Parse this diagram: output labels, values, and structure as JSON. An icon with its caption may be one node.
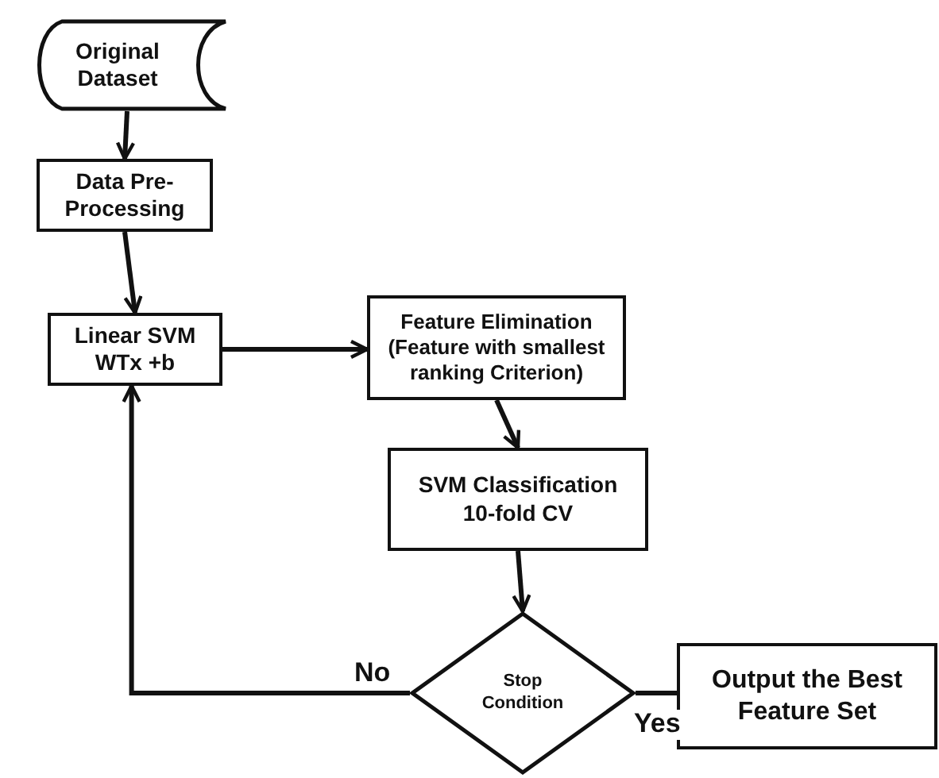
{
  "diagram": {
    "nodes": [
      {
        "text": [
          "Original Dataset"
        ]
      },
      {
        "text": [
          "Data Pre-Processing"
        ]
      },
      {
        "text": [
          "Linear SVM WTx +b"
        ]
      },
      {
        "text": [
          "Feature Elimination (Feature with smallest ranking Criterion)"
        ]
      },
      {
        "text": [
          "SVM Classification 10-fold CV"
        ]
      },
      {
        "text": [
          "Stop Condition"
        ]
      },
      {
        "text": [
          "Output the Best Feature Set"
        ]
      }
    ],
    "edges": [
      {
        "from": 0,
        "to": 1,
        "arrow": "to"
      },
      {
        "from": 1,
        "to": 2,
        "arrow": "to"
      },
      {
        "from": 2,
        "to": 3,
        "arrow": "to"
      },
      {
        "from": 3,
        "to": 4,
        "arrow": "to"
      },
      {
        "from": 4,
        "to": 5,
        "arrow": "to"
      },
      {
        "from": 5,
        "to": 2,
        "arrow": "to",
        "label": "No"
      },
      {
        "from": 5,
        "to": 6,
        "arrow": "none",
        "label": "Yes"
      }
    ]
  }
}
